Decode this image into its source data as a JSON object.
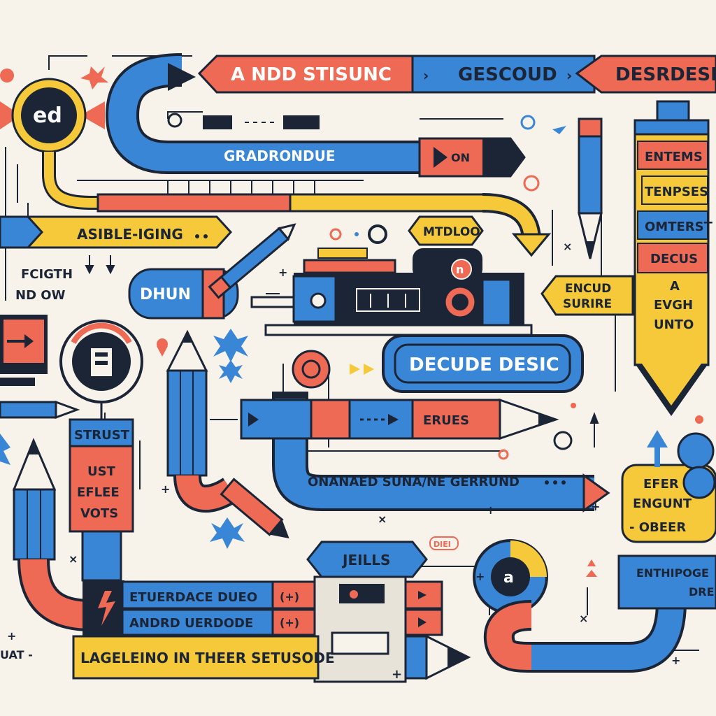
{
  "colors": {
    "background": "#f7f3ea",
    "blue": "#3a86d6",
    "coral": "#ef6a54",
    "yellow": "#f5c93a",
    "navy": "#1b2536",
    "cream": "#fbf6ea"
  },
  "top_banner": {
    "segment_1": "A NDD STISUNC",
    "segment_2": "GESCOUD",
    "segment_3": "DESRDESDE"
  },
  "circle_badge": "ed",
  "blue_arrow_label": "GRADRONDUE",
  "blue_arrow_tip": "ON",
  "yellow_arrow_label": "ASIBLE-IGING",
  "left_text_line_1": "FCIGTH",
  "left_text_line_2": "ND OW",
  "blue_pill_label": "DHUN",
  "machine_tab": "MTDLOO",
  "machine_badge": "n",
  "decude_button": "DECUDE DESIC",
  "erues_label": "ERUES",
  "long_bar_label": "ONANAED SUNA/NE GERRUND",
  "right_pencil_items": [
    "ENTEMS",
    "TENPSES",
    "OMTERST",
    "DECUS"
  ],
  "right_pencil_text": [
    "A",
    "EVGH",
    "UNTO"
  ],
  "encud_sign_line_1": "ENCUD",
  "encud_sign_line_2": "SURIRE",
  "struct_card_title": "STRUST",
  "struct_card_lines": [
    "UST",
    "EFLEE",
    "VOTS"
  ],
  "jeills_label": "JEILLS",
  "small_tag": "DIEI",
  "bottom_bar_1": "ETUERDACE DUEO",
  "bottom_bar_2": "ANDRD UERDODE",
  "bottom_bar_arrows": "(+)",
  "bottom_yellow_banner": "LAGELEINO IN THEER SETUSODE",
  "ring_letter": "a",
  "right_yellow_sign": [
    "EFER",
    "ENGUNT",
    "- OBEER"
  ],
  "right_bottom_label_line_1": "ENTHIPOGE",
  "right_bottom_label_line_2": "DRE",
  "left_edge_label": "UAT -"
}
